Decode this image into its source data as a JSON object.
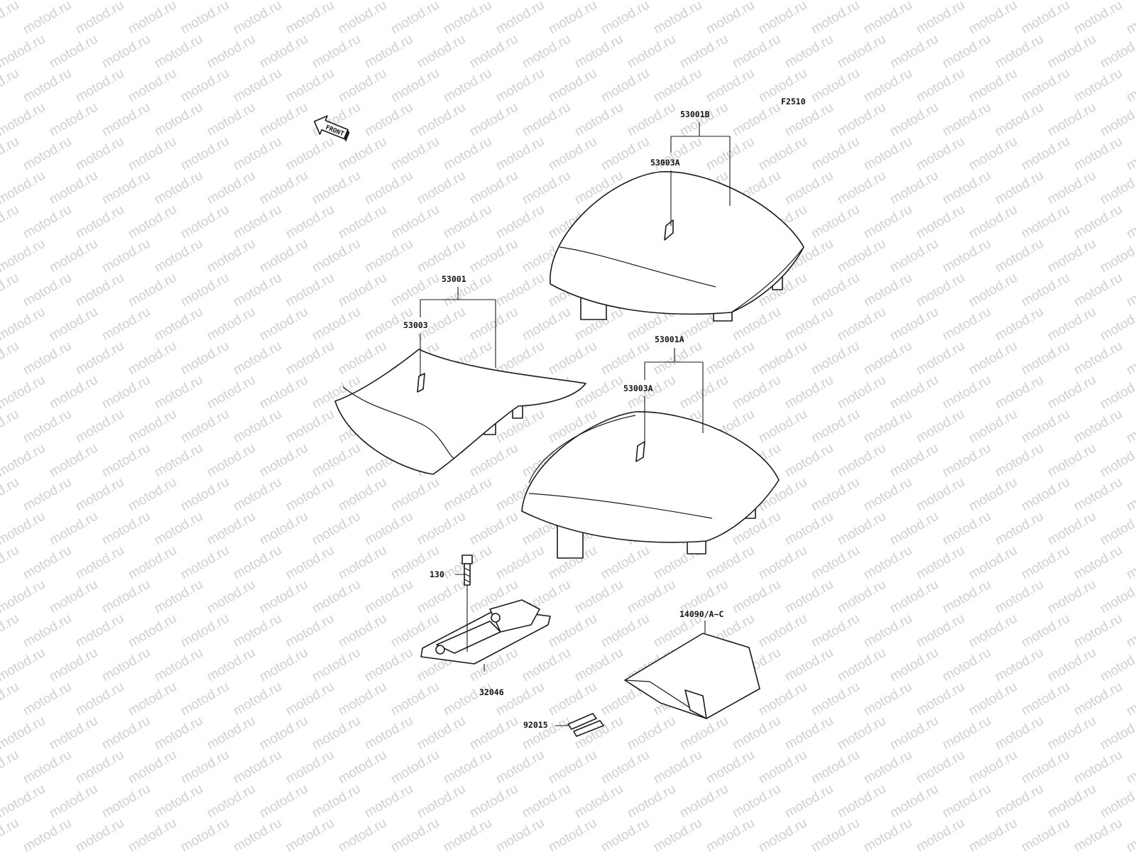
{
  "watermark": {
    "text": "motod.ru"
  },
  "figure_code": "F2510",
  "front_arrow": {
    "label": "FRONT",
    "icon": "front-direction-arrow-icon"
  },
  "parts": [
    {
      "id": "53001B",
      "label": "53001B"
    },
    {
      "id": "53003A-upper",
      "label": "53003A"
    },
    {
      "id": "53001",
      "label": "53001"
    },
    {
      "id": "53003",
      "label": "53003"
    },
    {
      "id": "53001A",
      "label": "53001A"
    },
    {
      "id": "53003A-lower",
      "label": "53003A"
    },
    {
      "id": "130",
      "label": "130"
    },
    {
      "id": "32046",
      "label": "32046"
    },
    {
      "id": "14090",
      "label": "14090/A~C"
    },
    {
      "id": "92015",
      "label": "92015"
    }
  ],
  "colors": {
    "line": "#1a1a1a",
    "watermark": "#cfcfcf",
    "background": "#ffffff"
  }
}
